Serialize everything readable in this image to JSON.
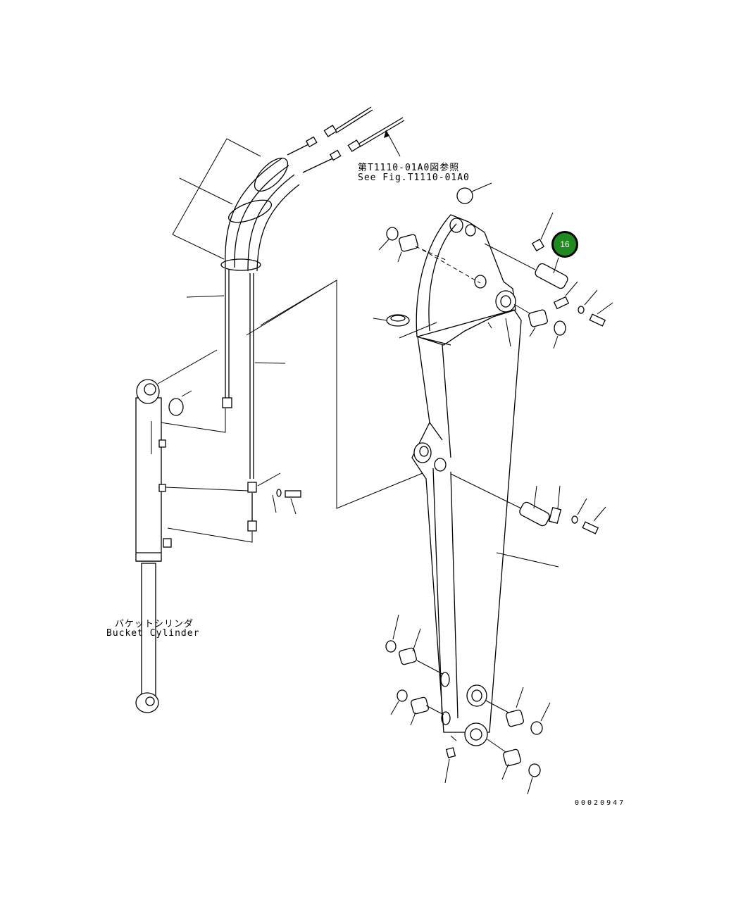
{
  "diagram": {
    "ref_text_jp": "第T1110-01A0図参照",
    "ref_text_en": "See Fig.T1110-01A0",
    "cylinder_label_jp": "バケットシリンダ",
    "cylinder_label_en": "Bucket Cylinder",
    "drawing_number": "00020947",
    "callouts": [
      {
        "number": "16",
        "color": "#1f8a1f"
      }
    ]
  }
}
